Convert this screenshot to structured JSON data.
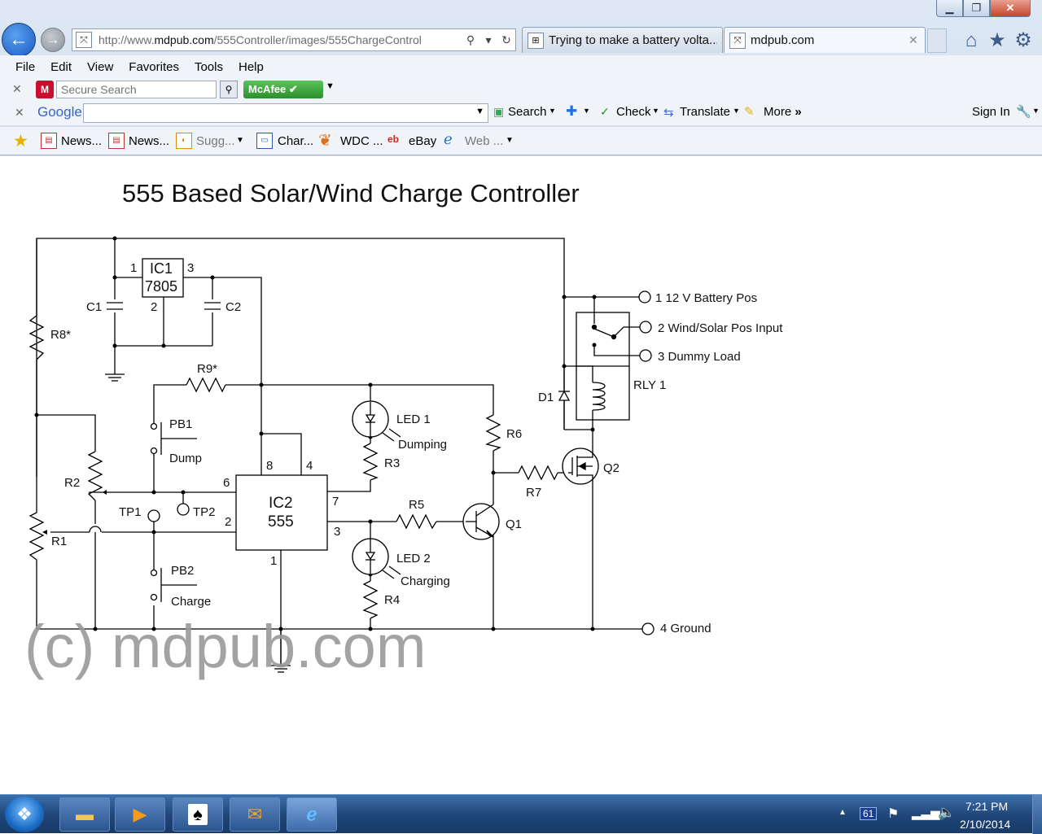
{
  "window": {
    "minimize_label": "▁",
    "maximize_label": "❐",
    "close_label": "✕"
  },
  "nav": {
    "url_prefix": "http://www.",
    "url_domain": "mdpub.com",
    "url_path": "/555Controller/images/555ChargeControl",
    "tabs": [
      {
        "label": "Trying to make a battery volta...",
        "active": false
      },
      {
        "label": "mdpub.com",
        "active": true
      }
    ],
    "tab_close": "✕"
  },
  "menu": {
    "items": [
      "File",
      "Edit",
      "View",
      "Favorites",
      "Tools",
      "Help"
    ]
  },
  "mcafee": {
    "secure_search_placeholder": "Secure Search",
    "brand": "McAfee"
  },
  "google": {
    "brand": "Google",
    "search_label": "Search",
    "check_label": "Check",
    "translate_label": "Translate",
    "more_label": "More",
    "more_chevron": "»",
    "signin_label": "Sign In"
  },
  "favorites": {
    "items": [
      {
        "label": "News..."
      },
      {
        "label": "News..."
      },
      {
        "label": "Sugg..."
      },
      {
        "label": "Char..."
      },
      {
        "label": "WDC ..."
      },
      {
        "label": "eBay"
      },
      {
        "label": "Web ..."
      }
    ]
  },
  "schematic": {
    "title": "555 Based Solar/Wind Charge Controller",
    "watermark": "(c) mdpub.com",
    "labels": {
      "ic1_name": "IC1",
      "ic1_part": "7805",
      "ic1_pin1": "1",
      "ic1_pin2": "2",
      "ic1_pin3": "3",
      "c1": "C1",
      "c2": "C2",
      "r8": "R8*",
      "r9": "R9*",
      "pb1": "PB1",
      "pb1_desc": "Dump",
      "pb2": "PB2",
      "pb2_desc": "Charge",
      "r2": "R2",
      "r1": "R1",
      "tp1": "TP1",
      "tp2": "TP2",
      "ic2_name": "IC2",
      "ic2_part": "555",
      "pin8": "8",
      "pin4": "4",
      "pin6": "6",
      "pin2": "2",
      "pin7": "7",
      "pin3": "3",
      "pin1": "1",
      "led1": "LED 1",
      "led1_desc": "Dumping",
      "led2": "LED 2",
      "led2_desc": "Charging",
      "r3": "R3",
      "r4": "R4",
      "r5": "R5",
      "r6": "R6",
      "r7": "R7",
      "q1": "Q1",
      "q2": "Q2",
      "d1": "D1",
      "rly1": "RLY 1",
      "term1": "1  12 V Battery Pos",
      "term2": "2  Wind/Solar Pos Input",
      "term3": "3  Dummy Load",
      "term4": "4  Ground"
    }
  },
  "taskbar": {
    "tray_badge": "61",
    "time": "7:21 PM",
    "date": "2/10/2014"
  }
}
